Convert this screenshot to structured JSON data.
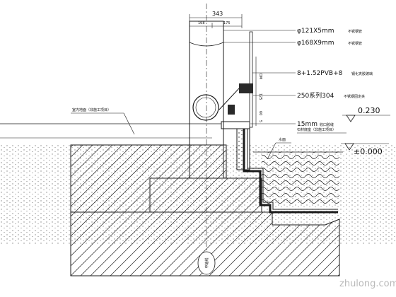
{
  "dimensions": {
    "top_total": "343",
    "top_left": "168",
    "top_right": "175",
    "vertical_1": "DM",
    "vertical_2": "125",
    "vertical_3": "60",
    "vertical_4": "5"
  },
  "callouts": [
    {
      "id": "rail",
      "main": "φ121X5mm",
      "sub": "不锈钢管"
    },
    {
      "id": "post",
      "main": "φ168X9mm",
      "sub": "不锈钢管"
    },
    {
      "id": "glass",
      "main": "8+1.52PVB+8",
      "sub": "钢化夹胶玻璃"
    },
    {
      "id": "clamp",
      "main": "250系列304",
      "sub": "不锈钢固定夹"
    },
    {
      "id": "gap",
      "main": "15mm",
      "sub": "收口胶缝"
    }
  ],
  "notes": {
    "left_floor": "室内地面（非施工项目）",
    "stone_base": "石材底座（非施工项目）",
    "water": "水面"
  },
  "levels": {
    "upper": "0.230",
    "zero": "±0.000"
  },
  "center_label": "中轴线",
  "watermark": "zhulong.com",
  "colors": {
    "line": "#1a1a1a",
    "dark_fill": "#2a2a2a"
  }
}
